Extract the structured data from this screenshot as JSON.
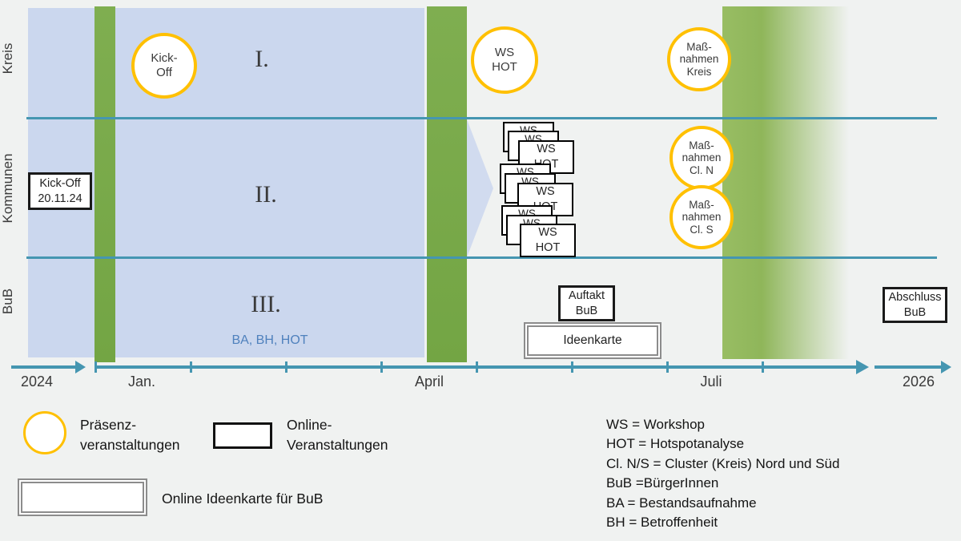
{
  "rows": {
    "kreis": "Kreis",
    "kommunen": "Kommunen",
    "bub": "BuB"
  },
  "phases": {
    "one": "I.",
    "two": "II.",
    "three": "III.",
    "sub": "BA, BH, HOT"
  },
  "events": {
    "kickoff_circle": "Kick-\nOff",
    "ws_hot_circle": "WS\nHOT",
    "massnahmen_kreis": "Maß-\nnahmen\nKreis",
    "massnahmen_cl_n": "Maß-\nnahmen\nCl. N",
    "massnahmen_cl_s": "Maß-\nnahmen\nCl. S",
    "kickoff_box": "Kick-Off\n20.11.24",
    "auftakt_box": "Auftakt\nBuB",
    "abschluss_box": "Abschluss\nBuB",
    "ideenkarte_box": "Ideenkarte"
  },
  "ws_stack": {
    "back_label": "WS",
    "front_label": "WS\nHOT"
  },
  "timeline": {
    "start_year": "2024",
    "jan": "Jan.",
    "april": "April",
    "juli": "Juli",
    "end_year": "2026"
  },
  "legend": {
    "praesenz": "Präsenz-\nveranstaltungen",
    "online": "Online-\nVeranstaltungen",
    "ideenkarte": "Online Ideenkarte für BuB",
    "abbreviations": [
      "WS = Workshop",
      "HOT = Hotspotanalyse",
      "Cl. N/S = Cluster (Kreis) Nord und Süd",
      "BuB =BürgerInnen",
      "BA = Bestandsaufnahme",
      "BH = Betroffenheit"
    ]
  },
  "colors": {
    "accent_teal": "#4596b1",
    "circle_gold": "#ffc000",
    "bar_green": "#79a94a",
    "block_blue": "#cbd7ee"
  }
}
